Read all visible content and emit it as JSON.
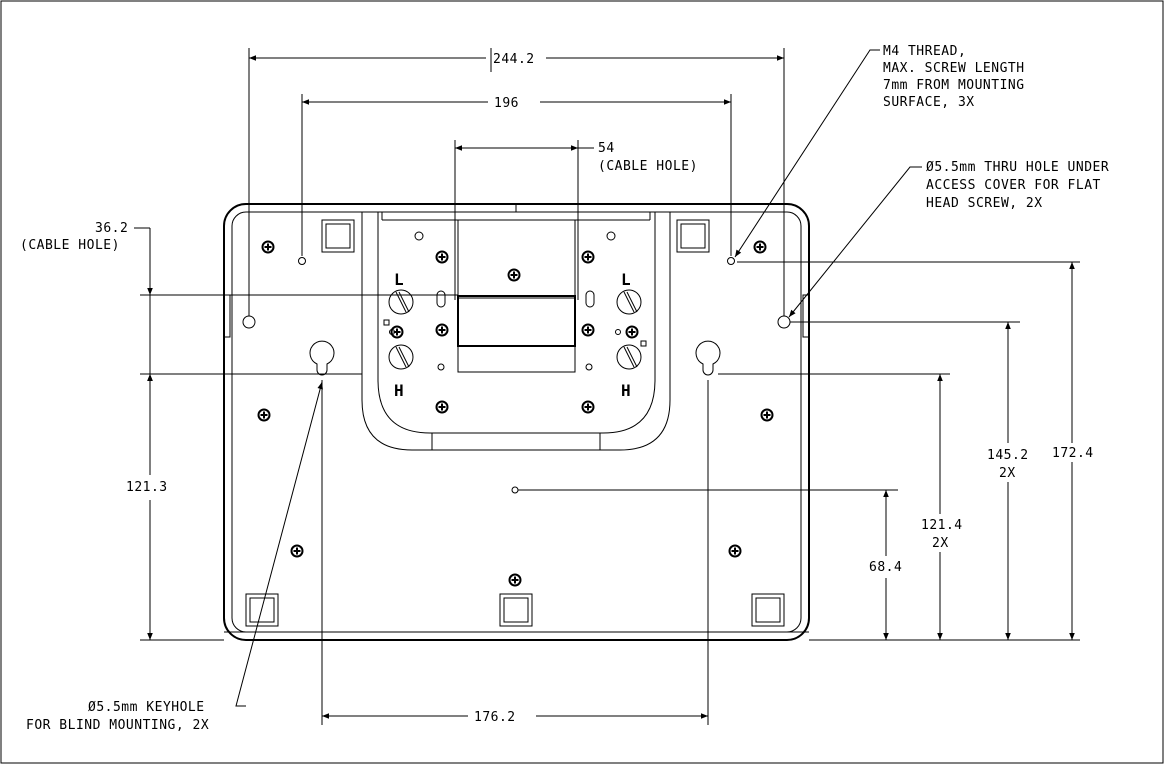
{
  "drawing": {
    "dimensions": {
      "overall_width": "244.2",
      "mount_width": "196",
      "cable_hole_width": "54",
      "cable_hole_width_note": "(CABLE HOLE)",
      "cable_hole_height": "36.2",
      "cable_hole_height_note": "(CABLE HOLE)",
      "keyhole_height": "121.3",
      "keyhole_spacing": "176.2",
      "center_height": "68.4",
      "keyhole_height_right": "121.4",
      "keyhole_height_right_qty": "2X",
      "thru_hole_height": "145.2",
      "thru_hole_height_qty": "2X",
      "thread_height": "172.4"
    },
    "notes": {
      "m4_thread": [
        "M4 THREAD,",
        "MAX. SCREW LENGTH",
        "7mm FROM MOUNTING",
        "SURFACE, 3X"
      ],
      "thru_hole": [
        "Ø5.5mm THRU HOLE UNDER",
        "ACCESS COVER FOR FLAT",
        "HEAD SCREW, 2X"
      ],
      "keyhole": [
        "Ø5.5mm KEYHOLE",
        "FOR BLIND MOUNTING, 2X"
      ]
    },
    "stand_letters": {
      "left_top": "L",
      "left_bottom": "H",
      "right_top": "L",
      "right_bottom": "H"
    }
  }
}
